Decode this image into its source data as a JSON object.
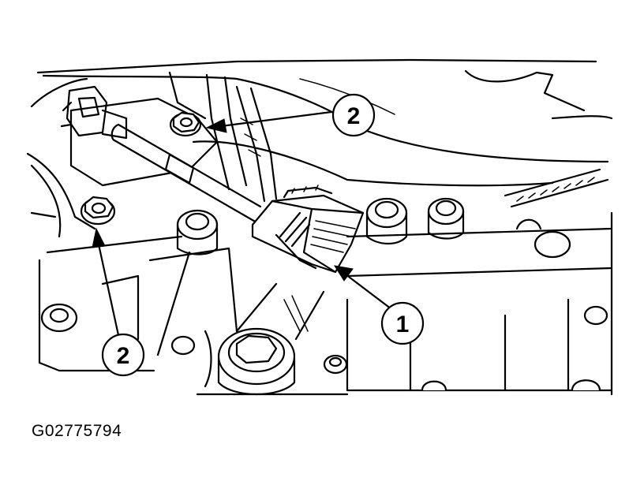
{
  "figure_id": "G02775794",
  "callouts": [
    {
      "label": "2",
      "target": "upper-bolt"
    },
    {
      "label": "1",
      "target": "electrical-connector"
    },
    {
      "label": "2",
      "target": "lower-bolts"
    }
  ]
}
